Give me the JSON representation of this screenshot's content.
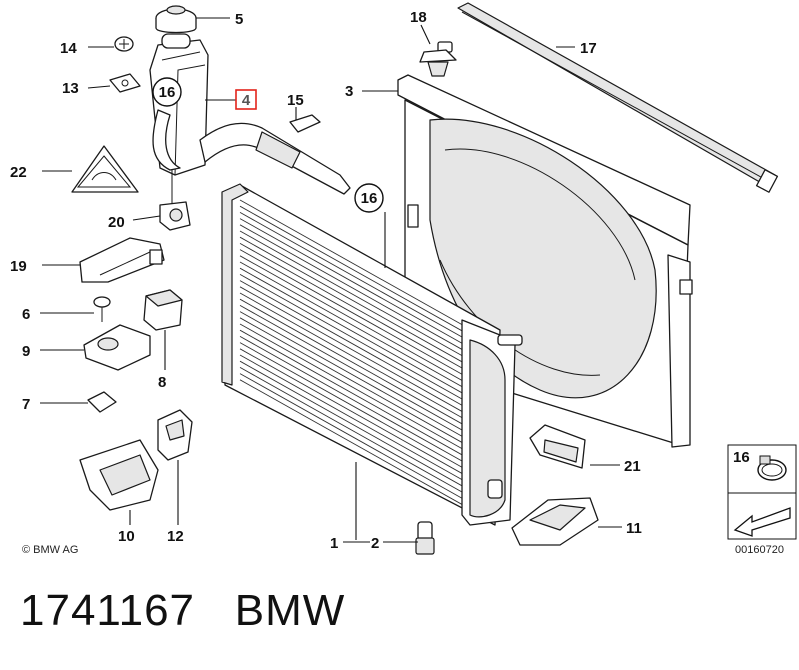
{
  "diagram": {
    "part_number": "1741167",
    "brand": "BMW",
    "copyright": "© BMW AG",
    "reference_code": "00160720",
    "highlighted_callout": "4",
    "callouts": {
      "c1": "1",
      "c2": "2",
      "c3": "3",
      "c4": "4",
      "c5": "5",
      "c6": "6",
      "c7": "7",
      "c8": "8",
      "c9": "9",
      "c10": "10",
      "c11": "11",
      "c12": "12",
      "c13": "13",
      "c14": "14",
      "c15": "15",
      "c16a": "16",
      "c16b": "16",
      "c16c": "16",
      "c17": "17",
      "c18": "18",
      "c19": "19",
      "c20": "20",
      "c21": "21",
      "c22": "22"
    },
    "colors": {
      "highlight_box": "#e2231a",
      "line": "#1a1a1a"
    }
  }
}
